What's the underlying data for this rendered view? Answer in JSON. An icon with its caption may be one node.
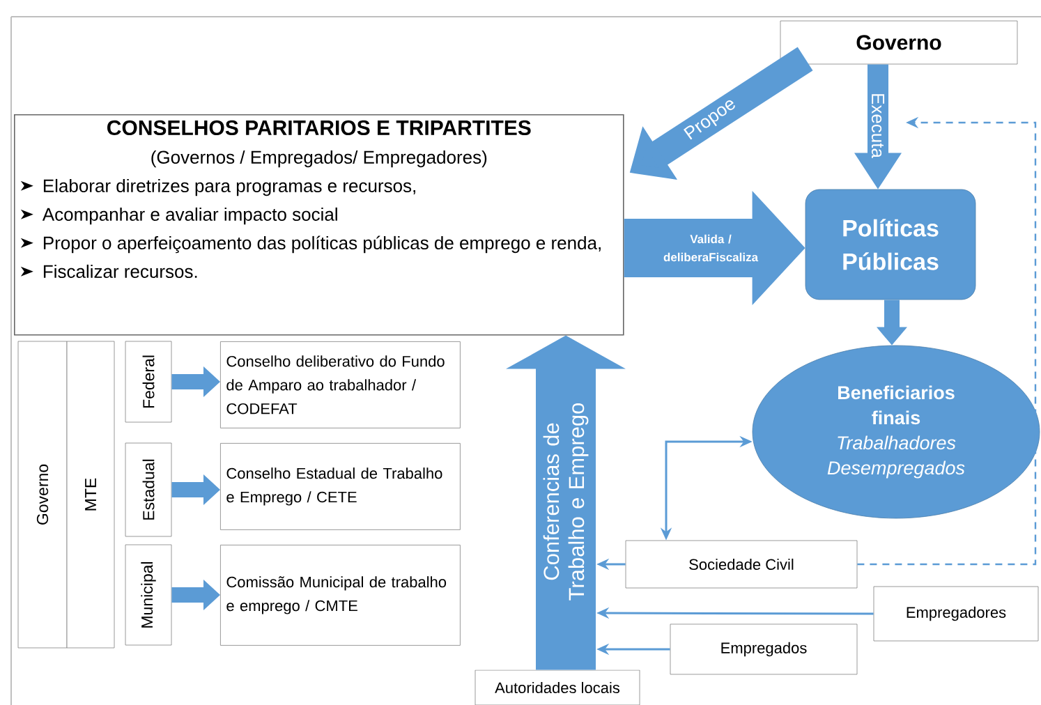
{
  "diagram": {
    "nodes": [
      {
        "text": [
          "CONSELHOS PARITARIOS E TRIPARTITES",
          "(Governos / Empregados/ Empregadores)",
          "Elaborar diretrizes para programas e recursos,",
          "Acompanhar e avaliar impacto social",
          "Propor o aperfeiçoamento das políticas públicas de emprego e renda,",
          "Fiscalizar recursos."
        ]
      },
      {
        "text": [
          "Governo"
        ]
      },
      {
        "text": [
          "Políticas Públicas"
        ]
      },
      {
        "text": [
          "Beneficiarios finais",
          "Trabalhadores Desempregados"
        ]
      },
      {
        "text": [
          "Governo"
        ]
      },
      {
        "text": [
          "MTE"
        ]
      },
      {
        "text": [
          "Federal"
        ]
      },
      {
        "text": [
          "Estadual"
        ]
      },
      {
        "text": [
          "Municipal"
        ]
      },
      {
        "text": [
          "Conselho deliberativo do Fundo de Amparo ao trabalhador / CODEFAT"
        ]
      },
      {
        "text": [
          "Conselho Estadual de Trabalho e Emprego / CETE"
        ]
      },
      {
        "text": [
          "Comissão Municipal de trabalho e emprego / CMTE"
        ]
      },
      {
        "text": [
          "Autoridades locais"
        ]
      },
      {
        "text": [
          "Sociedade Civil"
        ]
      },
      {
        "text": [
          "Empregadores"
        ]
      },
      {
        "text": [
          "Empregados"
        ]
      }
    ],
    "edges": [
      {
        "from": 1,
        "to": 0,
        "arrow": "to",
        "label": "Propoe",
        "style": "thick"
      },
      {
        "from": 1,
        "to": 2,
        "arrow": "to",
        "label": "Executa",
        "style": "thick"
      },
      {
        "from": 0,
        "to": 2,
        "arrow": "to",
        "label": "Valida / deliberaFiscaliza",
        "style": "thick"
      },
      {
        "from": 2,
        "to": 3,
        "arrow": "to",
        "style": "thick"
      },
      {
        "from": 6,
        "to": 9,
        "arrow": "to",
        "style": "thick"
      },
      {
        "from": 7,
        "to": 10,
        "arrow": "to",
        "style": "thick"
      },
      {
        "from": 8,
        "to": 11,
        "arrow": "to",
        "style": "thick"
      },
      {
        "from": 12,
        "to": 0,
        "arrow": "to",
        "label": "Conferencias de Trabalho e Emprego",
        "style": "thick"
      },
      {
        "from": 13,
        "to": 3,
        "arrow": "both"
      },
      {
        "from": 13,
        "to": null,
        "arrow": "to"
      },
      {
        "from": 14,
        "to": null,
        "arrow": "to"
      },
      {
        "from": 15,
        "to": null,
        "arrow": "to"
      },
      {
        "from": 13,
        "to": null,
        "arrow": "to",
        "style": "dashed"
      }
    ]
  }
}
